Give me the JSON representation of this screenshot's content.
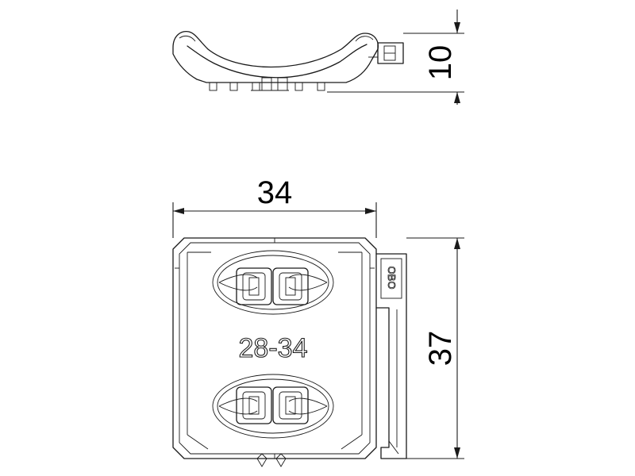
{
  "dimensions": {
    "height_side_view": "10",
    "width_front_view": "34",
    "height_front_view": "37"
  },
  "part": {
    "size_range_label": "28-34",
    "brand_mark": "OBO"
  }
}
